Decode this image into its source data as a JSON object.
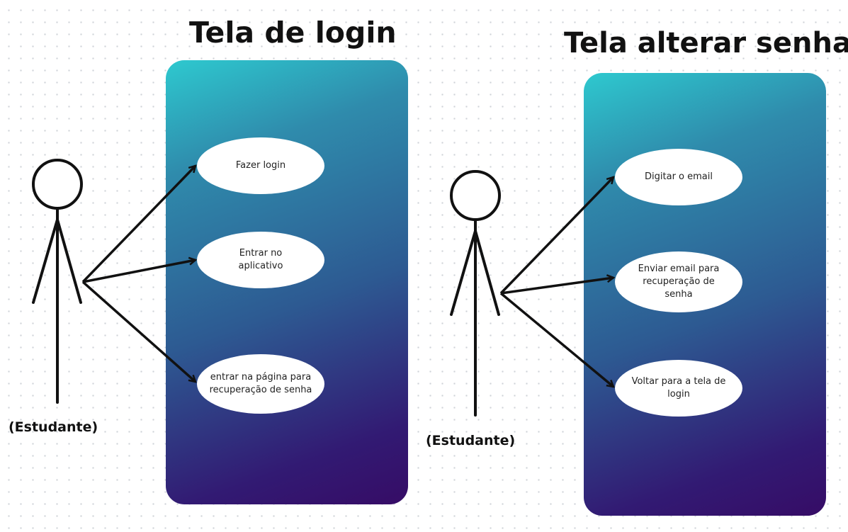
{
  "titles": {
    "login": "Tela de login",
    "alterar_senha": "Tela alterar senha"
  },
  "login_diagram": {
    "actor": "(Estudante)",
    "use_cases": [
      "Fazer login",
      "Entrar no aplicativo",
      "entrar na página para recuperação de senha"
    ]
  },
  "password_diagram": {
    "actor": "(Estudante)",
    "use_cases": [
      "Digitar o email",
      "Enviar email para recuperação de senha",
      "Voltar para a tela de login"
    ]
  },
  "colors": {
    "panel_top": "#2ec9cf",
    "panel_bottom": "#360c66",
    "stroke": "#111111"
  }
}
